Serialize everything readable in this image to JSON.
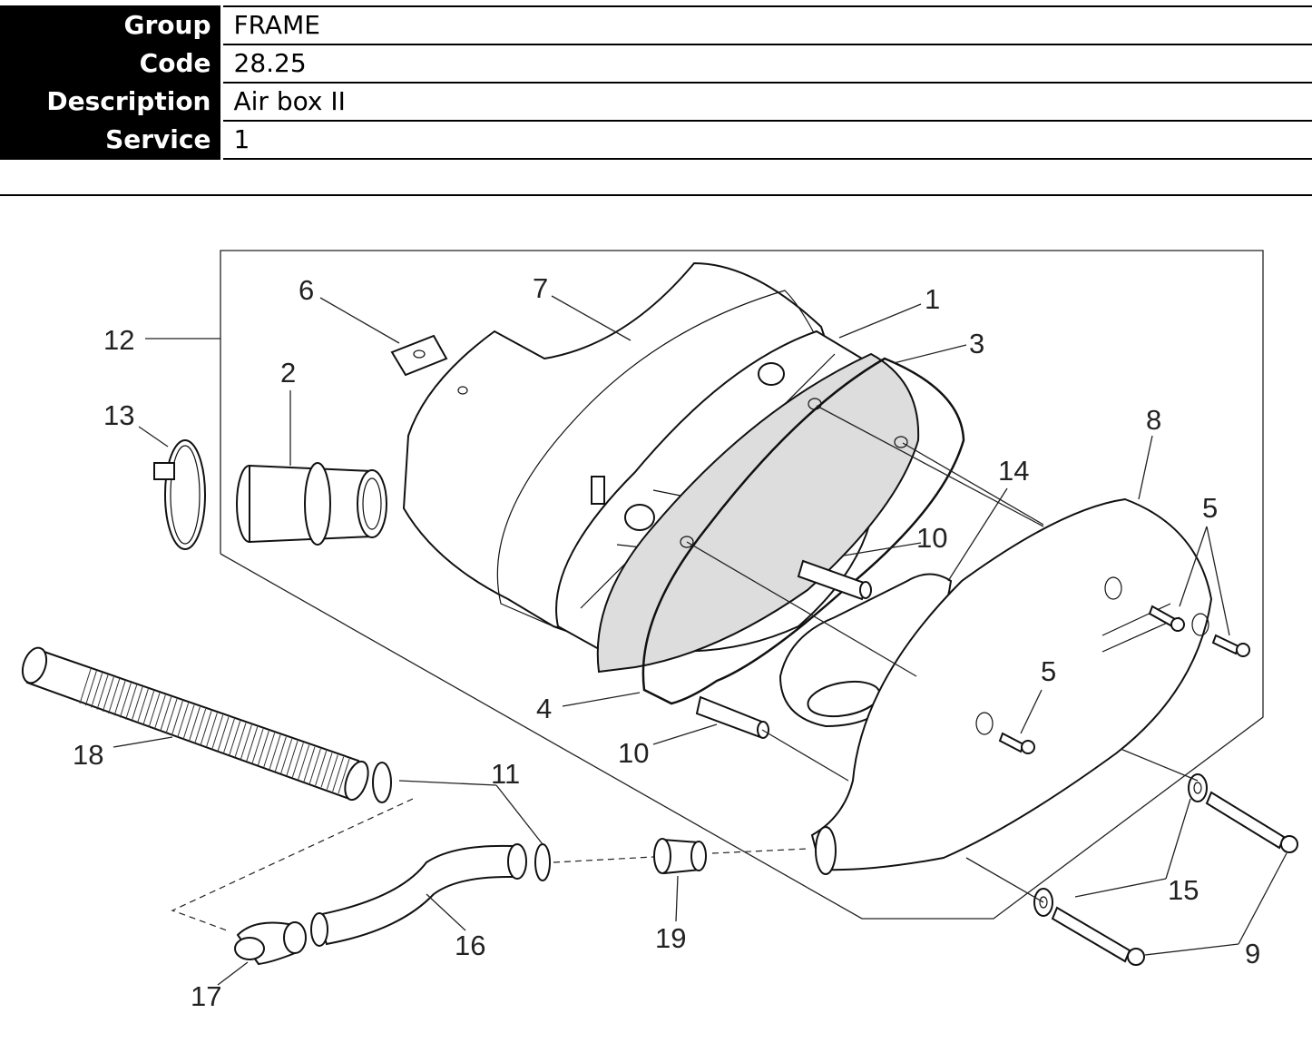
{
  "info": [
    {
      "label": "Group",
      "value": "FRAME"
    },
    {
      "label": "Code",
      "value": "28.25"
    },
    {
      "label": "Description",
      "value": "Air box II"
    },
    {
      "label": "Service",
      "value": "1"
    }
  ],
  "callouts": [
    "12",
    "6",
    "7",
    "1",
    "3",
    "2",
    "13",
    "8",
    "14",
    "5",
    "10",
    "5",
    "4",
    "10",
    "5",
    "18",
    "11",
    "11",
    "15",
    "9",
    "16",
    "19",
    "17"
  ]
}
